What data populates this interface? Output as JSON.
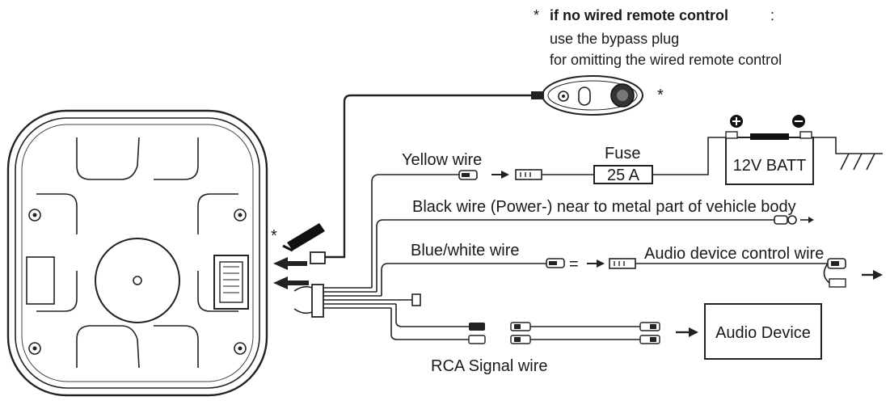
{
  "note": {
    "asterisk": "*",
    "title": "if no wired remote control",
    "colon": ":",
    "line1": "use the bypass plug",
    "line2": "for omitting the wired remote control"
  },
  "asterisk_remote": "*",
  "asterisk_plug": "*",
  "battery": {
    "label": "12V BATT",
    "plus": "+",
    "minus": "−"
  },
  "fuse": {
    "label": "Fuse",
    "value": "25 A"
  },
  "wires": {
    "yellow": "Yellow wire",
    "black": "Black wire  (Power-)  near to metal part of vehicle body",
    "blue_white": "Blue/white wire",
    "audio_control": "Audio device control wire",
    "equals": "=",
    "rca": "RCA Signal wire"
  },
  "audio_device": {
    "label": "Audio Device"
  }
}
